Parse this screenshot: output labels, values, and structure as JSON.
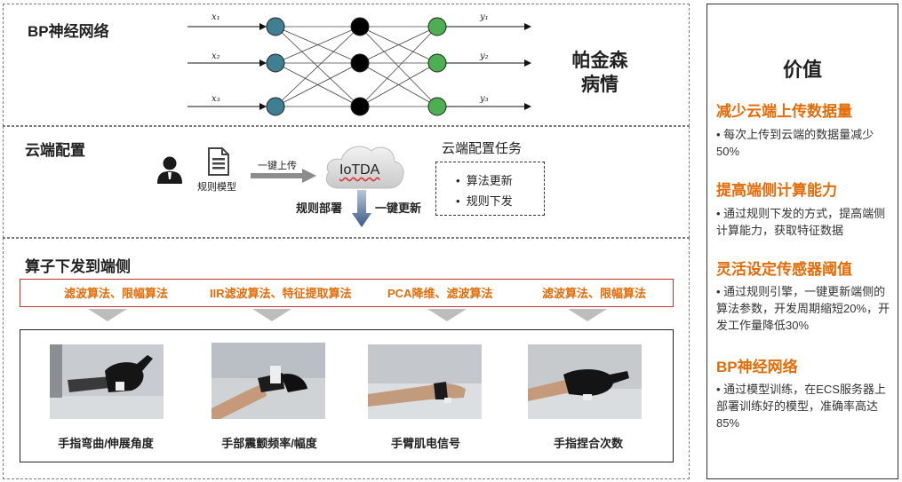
{
  "bp_section": {
    "title": "BP神经网络",
    "inputs": [
      "x₁",
      "x₂",
      "x₃"
    ],
    "outputs": [
      "y₁",
      "y₂",
      "y₃"
    ],
    "result_line1": "帕金森",
    "result_line2": "病情"
  },
  "cloud_section": {
    "title": "云端配置",
    "rule_model_label": "规则模型",
    "upload_label": "一键上传",
    "cloud_label": "IoTDA",
    "deploy_label": "规则部署",
    "update_label": "一键更新",
    "task_title": "云端配置任务",
    "tasks": [
      "算法更新",
      "规则下发"
    ]
  },
  "edge_section": {
    "title": "算子下发到端侧",
    "algorithms": [
      "滤波算法、限幅算法",
      "IIR滤波算法、特征提取算法",
      "PCA降维、滤波算法",
      "滤波算法、限幅算法"
    ],
    "captions": [
      "手指弯曲/伸展角度",
      "手部震颤频率/幅度",
      "手臂肌电信号",
      "手指捏合次数"
    ]
  },
  "value_panel": {
    "title": "价值",
    "items": [
      {
        "head": "减少云端上传数据量",
        "text": "每次上传到云端的数据量减少50%"
      },
      {
        "head": "提高端侧计算能力",
        "text": "通过规则下发的方式，提高端侧计算能力，获取特征数据"
      },
      {
        "head": "灵活设定传感器阈值",
        "text": "通过规则引擎，一键更新端侧的算法参数，开发周期缩短20%，开发工作量降低30%"
      },
      {
        "head": "BP神经网络",
        "text": "通过模型训练，在ECS服务器上部署训练好的模型，准确率高达85%"
      }
    ]
  },
  "colors": {
    "accent": "#e36c09",
    "input_node": "#3f7f93",
    "hidden_node": "#000000",
    "output_node": "#4caf50"
  }
}
